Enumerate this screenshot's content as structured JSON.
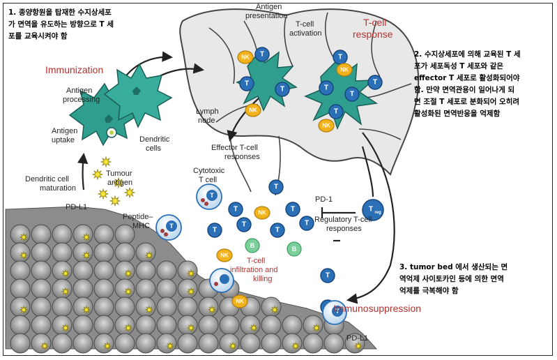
{
  "notes": [
    [
      "1. 종양항원을 탑재한 수지상세포",
      "가 면역을 유도하는 방향으로 T 세",
      "포를 교육시켜야 함"
    ],
    [
      "2. 수지상세포에 의해 교육된 T 세",
      "포가 세포독성 T 세포와 같은",
      "effector T 세포로 활성화되어야",
      "함. 만약 면역관용이 일어나게 되",
      "면 조절 T 세포로 분화되어 오히려",
      "활성화된 면역반응을 억제함"
    ],
    [
      "3. tumor bed 에서 생산되는 면",
      "역억제 사이토카인 등에 의한 면역",
      "억제를 극복해야 함"
    ]
  ],
  "labels": {
    "immunization": "Immunization",
    "t_cell_response_1": "T-cell",
    "t_cell_response_2": "response",
    "immunosuppression": "Immunosuppression",
    "antigen_presentation_1": "Antigen",
    "antigen_presentation_2": "presentation",
    "t_cell_activation_1": "T-cell",
    "t_cell_activation_2": "activation",
    "antigen_processing_1": "Antigen",
    "antigen_processing_2": "processing",
    "antigen_uptake_1": "Antigen",
    "antigen_uptake_2": "uptake",
    "dendritic_cells_1": "Dendritic",
    "dendritic_cells_2": "cells",
    "tumour_antigen_1": "Tumour",
    "tumour_antigen_2": "antigen",
    "dc_maturation_1": "Dendritic cell",
    "dc_maturation_2": "maturation",
    "lymph_node_1": "Lymph",
    "lymph_node_2": "node",
    "effector_1": "Effector T-cell",
    "effector_2": "responses",
    "cytotoxic_1": "Cytotoxic",
    "cytotoxic_2": "T cell",
    "pd_1": "PD-1",
    "pd_l1_top": "PD-L1",
    "pd_l1_bottom": "PD-L1",
    "peptide_mhc_1": "Peptide–",
    "peptide_mhc_2": "MHC",
    "regulatory_1": "Regulatory T-cell",
    "regulatory_2": "responses",
    "infiltration_1": "T-cell",
    "infiltration_2": "infiltration and",
    "infiltration_3": "killing"
  },
  "cell_labels": {
    "t_cell": "T",
    "b_cell": "B",
    "nk_cell": "NK",
    "treg": "T",
    "treg_sub": "reg"
  },
  "colors": {
    "accent_red": "#b3322d",
    "dendritic_cell": "#2f9e8f",
    "t_cell_blue": "#2b6fb6",
    "nk_yellow": "#f2b21b",
    "b_cell_green": "#7bcf9b",
    "antigen_yellow": "#f7e83a"
  }
}
